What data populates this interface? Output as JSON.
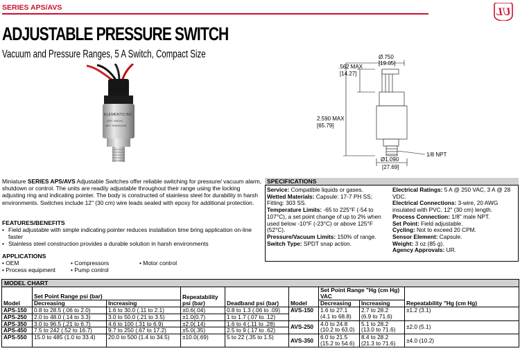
{
  "header": {
    "series": "SERIES APS/AVS",
    "title": "ADJUSTABLE PRESSURE SWITCH",
    "subtitle": "Vacuum and Pressure Ranges, 5 A Switch, Compact Size",
    "logo_text": "UL"
  },
  "photo": {
    "label_line1": "ELEMENTS INC.",
    "label_line2": "SER. 0000XX",
    "label_line3": "MKT. PRESSURE"
  },
  "drawing": {
    "dims": {
      "top_diameter": "Ø.750",
      "top_diameter_mm": "[19.05]",
      "cap_height": ".562 MAX",
      "cap_height_mm": "[14.27]",
      "total_height": "2.590 MAX",
      "total_height_mm": "[65.79]",
      "npt": "1/8 NPT",
      "base_diameter": "Ø1.090",
      "base_diameter_mm": "[27.69]"
    }
  },
  "intro": {
    "pre": "Miniature ",
    "bold": "SERIES APS/AVS",
    "post": " Adjustable Switches offer reliable switching for pressure/ vacuum alarm, shutdown or control. The units are readily adjustable throughout their range using the locking adjusting ring and indicating pointer. The body is constructed of stainless steel for durability in harsh environments. Switches include 12\" (30 cm) wire leads sealed with epoxy for additional protection."
  },
  "features": {
    "heading": "FEATURES/BENEFITS",
    "items": [
      "Field adjustable with simple indicating pointer reduces installation time bring application on-line faster",
      "Stainless steel construction provides a durable solution in harsh environments"
    ]
  },
  "applications": {
    "heading": "APPLICATIONS",
    "col1": [
      "OEM",
      "Process equipment"
    ],
    "col2": [
      "Compressors",
      "Pump control"
    ],
    "col3": [
      "Motor control"
    ]
  },
  "specifications": {
    "heading": "SPECIFICATIONS",
    "left": [
      {
        "label": "Service:",
        "value": " Compatible liquids or gases."
      },
      {
        "label": "Wetted Materials:",
        "value": " Capsule: 17-7 PH SS; Fitting: 303 SS."
      },
      {
        "label": "Temperature Limits:",
        "value": " -65 to 225°F (-54 to 107°C), a set point change of up to 2% when used below -10°F (-23°C) or above 125°F (52°C)."
      },
      {
        "label": "Pressure/Vacuum Limits:",
        "value": " 150% of range."
      },
      {
        "label": "Switch Type:",
        "value": " SPDT snap action."
      }
    ],
    "right": [
      {
        "label": "Electrical Ratings:",
        "value": " 5 A @ 250 VAC, 3 A @ 28 VDC."
      },
      {
        "label": "Electrical Connections:",
        "value": " 3-wire, 20 AWG insulated with PVC, 12\" (30 cm) length."
      },
      {
        "label": "Process Connection:",
        "value": " 1/8\" male NPT."
      },
      {
        "label": "Set Point:",
        "value": " Field adjustable."
      },
      {
        "label": "Cycling:",
        "value": " Not to exceed 20 CPM."
      },
      {
        "label": "Sensor Element:",
        "value": " Capsule."
      },
      {
        "label": "Weight:",
        "value": " 3 oz (85 g)."
      },
      {
        "label": "Agency Approvals:",
        "value": " UR."
      }
    ]
  },
  "model_chart": {
    "heading": "MODEL CHART",
    "headers": {
      "model": "Model",
      "set_point": "Set Point Range psi (bar)",
      "decreasing": "Decreasing",
      "increasing": "Increasing",
      "repeatability": "Repeatability psi (bar)",
      "deadband": "Deadband psi (bar)",
      "model2": "Model",
      "vac_set_point": "Set Point Range \"Hg (cm Hg) VAC",
      "vac_decreasing": "Decreasing",
      "vac_increasing": "Increasing",
      "vac_repeatability": "Repeatability \"Hg (cm Hg)"
    },
    "pressure_rows": [
      {
        "model": "APS-150",
        "decreasing": "0.8 to 28.5 (.06 to 2.0)",
        "increasing": "1.6 to 30.0 (.11 to 2.1)",
        "repeatability": "±0.6(.04)",
        "deadband": "0.8 to 1.3 (.06 to .09)"
      },
      {
        "model": "APS-250",
        "decreasing": "2.0 to 48.0 (.14 to 3.3)",
        "increasing": "3.0 to 50.0 (.21 to 3.5)",
        "repeatability": "±1.0(0.7)",
        "deadband": "1 to 1.7 (.07 to .12)"
      },
      {
        "model": "APS-350",
        "decreasing": "3.0 to 96.5 (.21 to 6.7)",
        "increasing": "4.6 to 100 (.31 to 6.9)",
        "repeatability": "±2.0(.14)",
        "deadband": "1.6 to 4 (.11 to .28)"
      },
      {
        "model": "APS-450",
        "decreasing": "7.5 to 242 (.52 to 16.7)",
        "increasing": "9.7 to 250 (.67 to 17.2)",
        "repeatability": "±5.0(.35)",
        "deadband": "2.5 to 9 (.17 to .62)"
      },
      {
        "model": "APS-550",
        "decreasing": "15.0 to 485 (1.0 to 33.4)",
        "increasing": "20.0 to 500 (1.4 to 34.5)",
        "repeatability": "±10.0(.69)",
        "deadband": "5 to 22 (.35 to 1.5)"
      }
    ],
    "vacuum_rows": [
      {
        "model": "AVS-150",
        "decreasing_a": "1.6 to 27.1",
        "decreasing_b": "(4.1 to 68.8)",
        "increasing_a": "2.7 to 28.2",
        "increasing_b": "(6.9 to 71.6)",
        "repeatability": "±1.2 (3.1)"
      },
      {
        "model": "AVS-250",
        "decreasing_a": "4.0 to 24.8",
        "decreasing_b": "(10.2 to 63.0)",
        "increasing_a": "5.1 to 28.2",
        "increasing_b": "(13.0 to 71.6)",
        "repeatability": "±2.0 (5.1)"
      },
      {
        "model": "AVS-350",
        "decreasing_a": "6.0 to 21.5",
        "decreasing_b": "(15.2 to 54.6)",
        "increasing_a": "8.4 to 28.2",
        "increasing_b": "(21.3 to 71.6)",
        "repeatability": "±4.0 (10.2)"
      }
    ]
  },
  "colors": {
    "accent": "#c8102e",
    "header_fill": "#d0d0d0"
  }
}
